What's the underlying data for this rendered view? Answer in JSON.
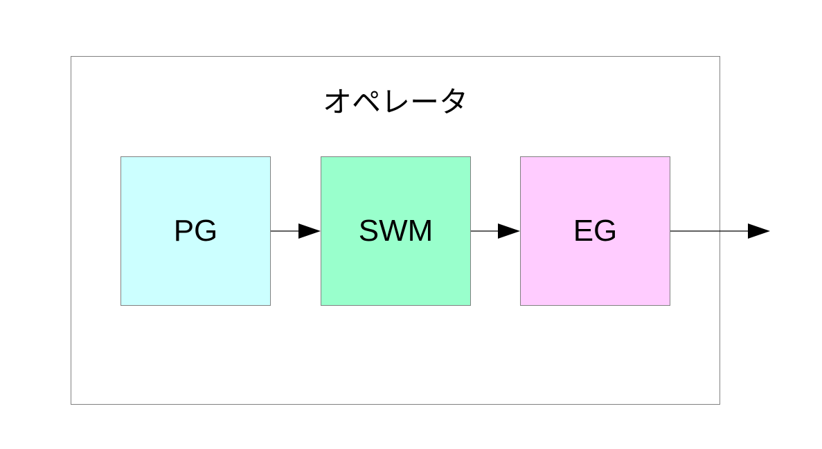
{
  "diagram": {
    "title": "オペレータ",
    "blocks": [
      {
        "label": "PG",
        "color": "#ccffff"
      },
      {
        "label": "SWM",
        "color": "#99ffcc"
      },
      {
        "label": "EG",
        "color": "#ffccff"
      }
    ],
    "line_color": "#000000",
    "border_color": "#808080"
  }
}
